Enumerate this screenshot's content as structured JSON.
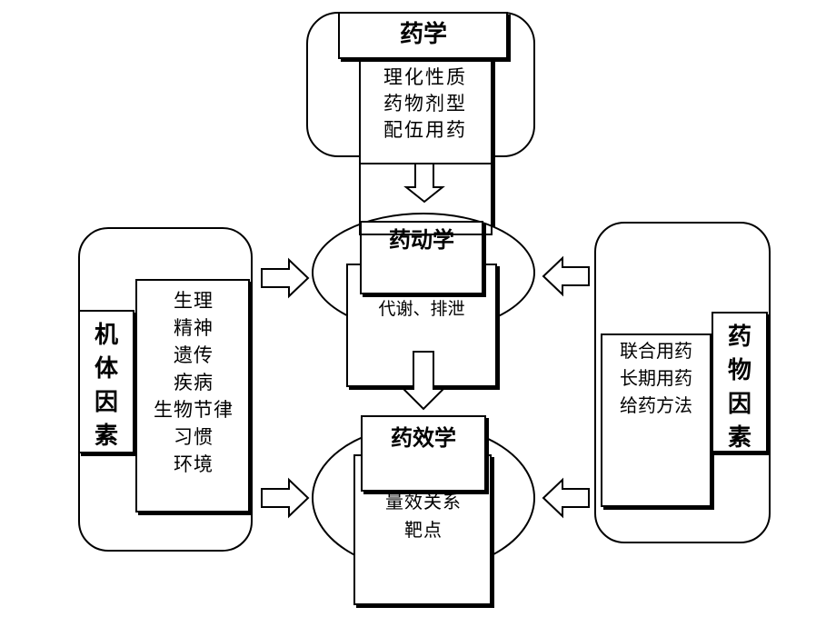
{
  "top": {
    "title": "药学",
    "items": [
      "理化性质",
      "药物剂型",
      "配伍用药"
    ]
  },
  "center_upper": {
    "title": "药动学",
    "items": [
      "代谢、排泄"
    ]
  },
  "center_lower": {
    "title": "药效学",
    "items": [
      "量效关系",
      "靶点"
    ]
  },
  "left": {
    "title": [
      "机",
      "体",
      "因",
      "素"
    ],
    "items": [
      "生理",
      "精神",
      "遗传",
      "疾病",
      "生物节律",
      "习惯",
      "环境"
    ]
  },
  "right": {
    "title": [
      "药",
      "物",
      "因",
      "素"
    ],
    "items": [
      "联合用药",
      "长期用药",
      "给药方法"
    ]
  }
}
